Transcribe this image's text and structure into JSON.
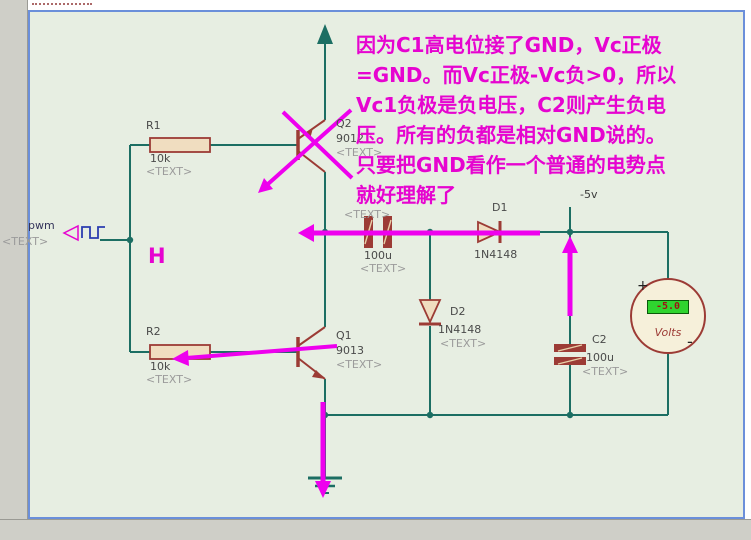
{
  "colors": {
    "annotation_magenta": "#e604d0",
    "arrow_magenta": "#ee00ee",
    "wire_green": "#1c6e63",
    "component_maroon": "#9c3b35",
    "sheet_background": "#e7eee2",
    "sheet_border_blue": "#6b8fda",
    "meter_display_green": "#2fd42f"
  },
  "annotation": {
    "lines": [
      "因为C1高电位接了GND，Vc正极",
      "=GND。而Vc正极-Vc负>0，所以",
      "Vc1负极是负电压，C2则产生负电",
      "压。所有的负都是相对GND说的。",
      "只要把GND看作一个普通的电势点",
      "就好理解了"
    ],
    "h_marker": "H"
  },
  "components": {
    "r1": {
      "ref": "R1",
      "value": "10k",
      "text": "<TEXT>"
    },
    "r2": {
      "ref": "R2",
      "value": "10k",
      "text": "<TEXT>"
    },
    "q2": {
      "ref": "Q2",
      "value": "9012",
      "text": "<TEXT>"
    },
    "q1": {
      "ref": "Q1",
      "value": "9013",
      "text": "<TEXT>"
    },
    "c1": {
      "value": "100u",
      "text": "<TEXT>",
      "text_top": "<TEXT>"
    },
    "c2": {
      "ref": "C2",
      "value": "100u",
      "text": "<TEXT>"
    },
    "d1": {
      "ref": "D1",
      "value": "1N4148"
    },
    "d2": {
      "ref": "D2",
      "value": "1N4148",
      "text": "<TEXT>"
    },
    "pwm": {
      "label": "pwm",
      "text": "<TEXT>"
    },
    "net_label": "-5v",
    "meter": {
      "display": "-5.0",
      "unit": "Volts",
      "plus": "+",
      "minus": "-"
    }
  }
}
